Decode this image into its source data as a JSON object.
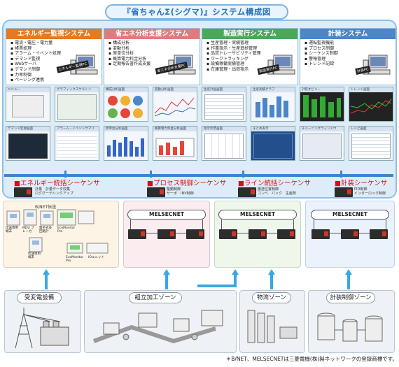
{
  "title": "『省ちゃんΣ(シグマ)』システム構成図",
  "systems": [
    {
      "name": "エネルギー監視システム",
      "color": "#e47a22",
      "items": [
        "電流・電圧・電力量",
        "帳票処理",
        "アラーム・イベント処理",
        "デマンド監視",
        "Webサーバ",
        "デマンド制御",
        "力率制御",
        "ページング連携"
      ],
      "pc_label": "エネルギー監視PC"
    },
    {
      "name": "省エネ分析支援システム",
      "color": "#e07a7e",
      "items": [
        "構成分析",
        "変動分析",
        "原単位分析",
        "概算電力料金分析",
        "定期報告書作成支援"
      ],
      "pc_label": "省エネ分析支援PC"
    },
    {
      "name": "製造実行システム",
      "color": "#4aa85a",
      "items": [
        "生産管理・実績管理",
        "作業指示・生産進捗管理",
        "品質トレーサビリティ管理",
        "ワークトラッキング",
        "設備稼働実績管理",
        "在庫管理・出荷指示"
      ],
      "pc_label": "製造実行PC"
    },
    {
      "name": "計装システム",
      "color": "#4a86c8",
      "items": [
        "運転監視機能",
        "プロセス制御",
        "シーケンス制御",
        "警報管理",
        "トレンド記録"
      ],
      "pc_label": "計装PC"
    }
  ],
  "screens": [
    [
      "メニュー",
      "グラフィックスケルトン",
      "デマンド監視画面",
      "アラーム・イベントサマリ"
    ],
    [
      "構成分析画面",
      "変動分析画面",
      "原単位分析画面",
      "概算電力料金分析画面"
    ],
    [
      "生産計画画面",
      "生産実績グラフ",
      "指示伝票画面",
      "まとめ表示"
    ],
    [
      "計装オビュー",
      "トレンド画面",
      "チューニングウィンドウ",
      "レシピ画面"
    ]
  ],
  "sequencers": [
    {
      "name": "エネルギー統括シーケンサ",
      "sub": [
        "計量　計量データ収集",
        "ロググーテハンクアップ"
      ]
    },
    {
      "name": "プロセス制御シーケンサ",
      "sub": [
        "駆動制御",
        "サーボ　INV制御"
      ]
    },
    {
      "name": "ライン統括シーケンサ",
      "sub": [
        "搬送位置制御",
        "コンベ　パック　生産数"
      ]
    },
    {
      "name": "計装シーケンサ",
      "sub": [
        "PID制御",
        "インターロック制御"
      ]
    }
  ],
  "network": {
    "bnet": "B/NET伝送",
    "melsecnet": "MELSECNET"
  },
  "devices": {
    "transmission_terminal": "伝送専用端末",
    "mdu": "MDU ブレーカ",
    "meter": "電子式多回路計",
    "ecomonitor_pro": "EcoMonitor Pro",
    "io_unit": "IOユニット"
  },
  "zones": [
    "受変電設備",
    "組立加工ゾーン",
    "物流ゾーン",
    "計装制御ゾーン"
  ],
  "footnote": "＊B/NET、MELSECNETは三菱電機(株)製ネットワークの登録商標です。"
}
